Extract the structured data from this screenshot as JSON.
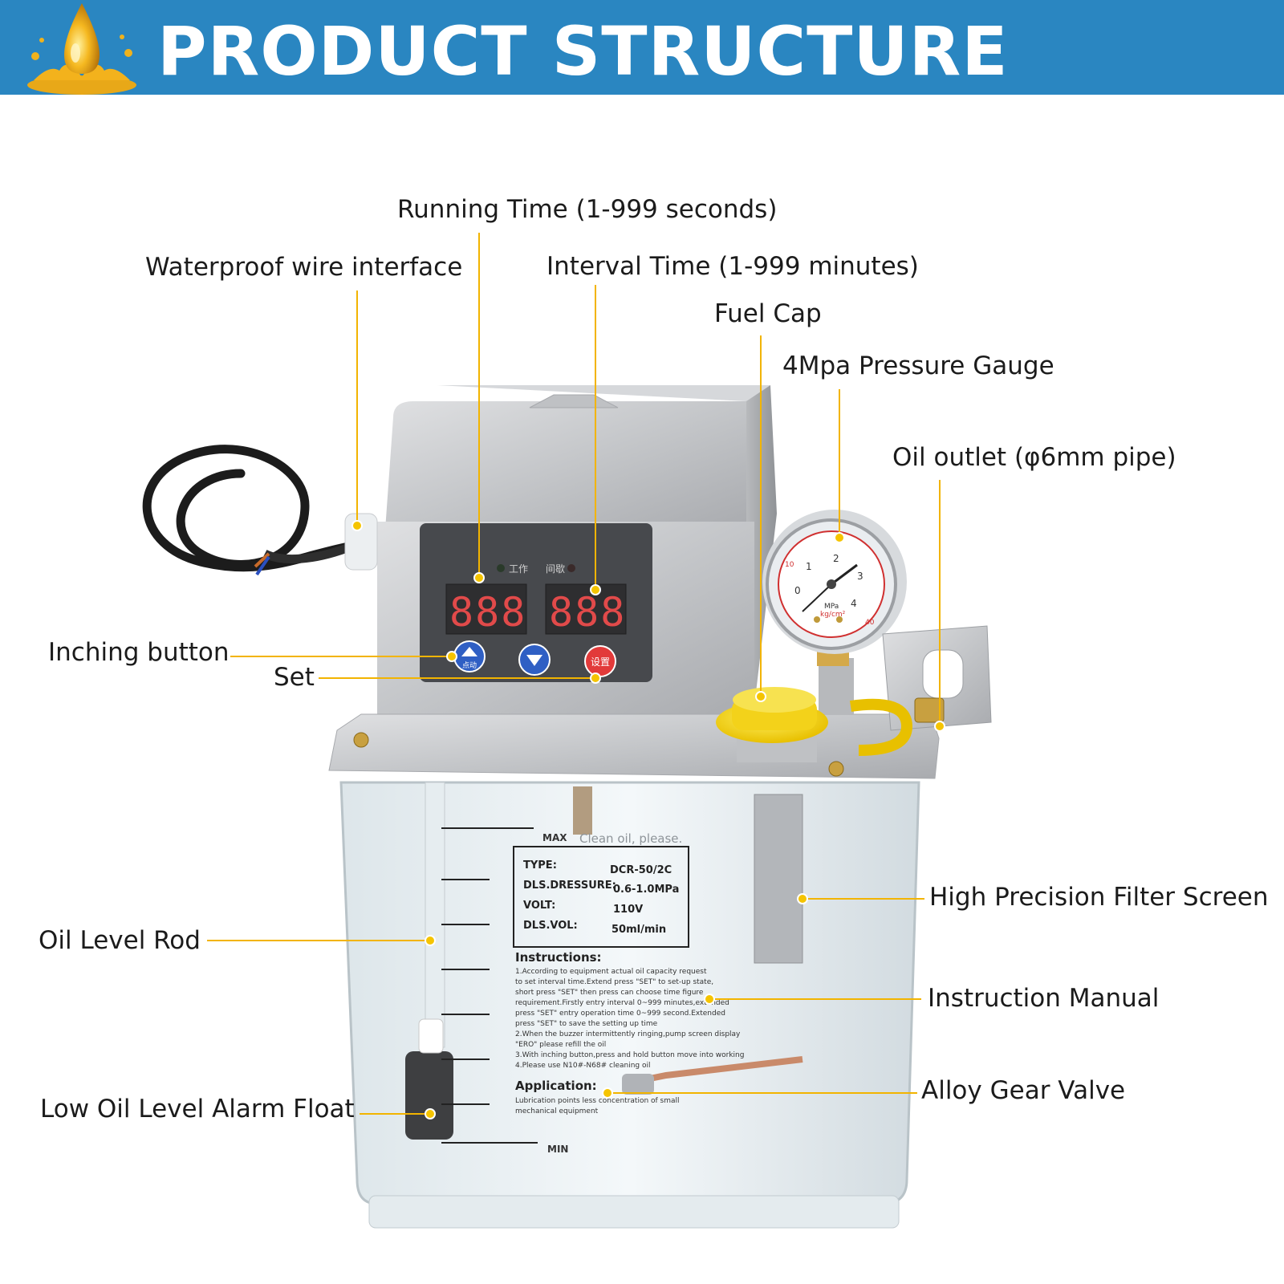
{
  "header": {
    "title": "PRODUCT STRUCTURE",
    "bg_color": "#2a86c1",
    "icon": "oil-drop-icon"
  },
  "labels": {
    "running_time": "Running Time (1-999 seconds)",
    "waterproof_wire": "Waterproof wire interface",
    "interval_time": "Interval Time (1-999 minutes)",
    "fuel_cap": "Fuel Cap",
    "pressure_gauge": "4Mpa Pressure Gauge",
    "oil_outlet": "Oil outlet (φ6mm pipe)",
    "inching_button": "Inching button",
    "set": "Set",
    "filter_screen": "High Precision Filter Screen",
    "oil_level_rod": "Oil Level Rod",
    "instruction_manual": "Instruction Manual",
    "alloy_gear_valve": "Alloy Gear Valve",
    "low_oil_float": "Low Oil Level Alarm Float"
  },
  "panel": {
    "display_left": "888",
    "display_right": "888",
    "work_indicator": "工作",
    "interval_indicator": "间歇",
    "up_button_sub": "点动",
    "set_button": "设置"
  },
  "gauge": {
    "unit": "MPa",
    "unit2": "kg/cm²",
    "ticks": [
      "0",
      "1",
      "2",
      "3",
      "4"
    ],
    "outer_ticks": [
      "10",
      "40"
    ]
  },
  "tank": {
    "max_mark": "MAX",
    "min_mark": "MIN",
    "clean_oil": "Clean oil, please.",
    "spec_type_label": "TYPE:",
    "spec_type_value": "DCR-50/2C",
    "spec_pressure_label": "DLS.DRESSURE:",
    "spec_pressure_value": "0.6-1.0MPa",
    "spec_volt_label": "VOLT:",
    "spec_volt_value": "110V",
    "spec_vol_label": "DLS.VOL:",
    "spec_vol_value": "50ml/min",
    "instructions_title": "Instructions:",
    "instructions_lines": [
      "1.According to equipment actual oil capacity request",
      "to set interval time.Extend press \"SET\" to set-up state,",
      "short press \"SET\" then press can choose time figure",
      "requirement.Firstly entry interval 0~999 minutes,extended",
      "press \"SET\" entry operation time 0~999 second.Extended",
      "press \"SET\" to save the setting up time",
      "2.When the buzzer intermittently ringing,pump screen display",
      "\"ERO\" please refill the oil",
      "3.With inching button,press and hold button move into working",
      "4.Please use N10#-N68# cleaning oil"
    ],
    "application_title": "Application:",
    "application_lines": [
      "Lubrication points less concentration of small",
      "mechanical equipment"
    ]
  },
  "colors": {
    "leader": "#f2b400",
    "marker": "#f5c400",
    "fuel_cap": "#f3d21a",
    "housing": "#c9cbce",
    "panel": "#4a4c50"
  }
}
